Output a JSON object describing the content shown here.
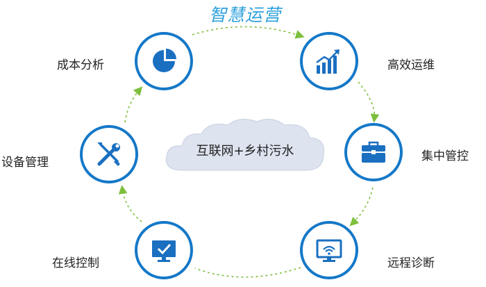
{
  "title": "智慧运营",
  "center_label": "互联网+乡村污水",
  "nodes": [
    {
      "id": "cost",
      "label": "成本分析",
      "icon": "pie-chart-icon"
    },
    {
      "id": "ops",
      "label": "高效运维",
      "icon": "bar-chart-icon"
    },
    {
      "id": "central",
      "label": "集中管控",
      "icon": "toolbox-icon"
    },
    {
      "id": "remote",
      "label": "远程诊断",
      "icon": "wifi-monitor-icon"
    },
    {
      "id": "online",
      "label": "在线控制",
      "icon": "monitor-check-icon"
    },
    {
      "id": "device",
      "label": "设备管理",
      "icon": "wrench-screwdriver-icon"
    }
  ],
  "colors": {
    "ring": "#1478c8",
    "icon": "#1a6fc0",
    "arrow": "#7cbf3c",
    "title": "#2ea1dc",
    "cloud": "#dde3ef"
  }
}
